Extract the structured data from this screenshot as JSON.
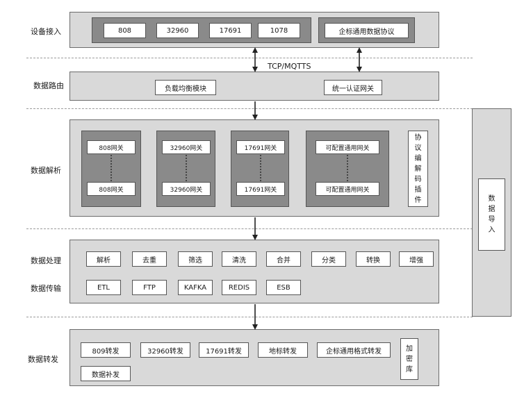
{
  "rows": {
    "access": "设备接入",
    "routing": "数据路由",
    "parsing": "数据解析",
    "processing": "数据处理",
    "transmission": "数据传输",
    "forwarding": "数据转发"
  },
  "access": {
    "ports": [
      "808",
      "32960",
      "17691",
      "1078"
    ],
    "protocol": "企标通用数据协议"
  },
  "link_label": "TCP/MQTTS",
  "routing": {
    "lb": "负载均衡模块",
    "auth": "统一认证网关"
  },
  "parsing": {
    "gateways": [
      {
        "top": "808网关",
        "bottom": "808网关"
      },
      {
        "top": "32960网关",
        "bottom": "32960网关"
      },
      {
        "top": "17691网关",
        "bottom": "17691网关"
      },
      {
        "top": "可配置通用网关",
        "bottom": "可配置通用网关"
      }
    ],
    "plugin": [
      "协",
      "议",
      "编",
      "解",
      "码",
      "插",
      "件"
    ]
  },
  "processing": {
    "items": [
      "解析",
      "去重",
      "筛选",
      "清洗",
      "合并",
      "分类",
      "转换",
      "增强"
    ]
  },
  "transmission": {
    "items": [
      "ETL",
      "FTP",
      "KAFKA",
      "REDIS",
      "ESB"
    ]
  },
  "forwarding": {
    "items": [
      "809转发",
      "32960转发",
      "17691转发",
      "地标转发",
      "企标通用格式转发"
    ],
    "supplement": "数据补发",
    "crypto": [
      "加",
      "密",
      "库"
    ]
  },
  "import": [
    "数",
    "据",
    "导",
    "入"
  ]
}
